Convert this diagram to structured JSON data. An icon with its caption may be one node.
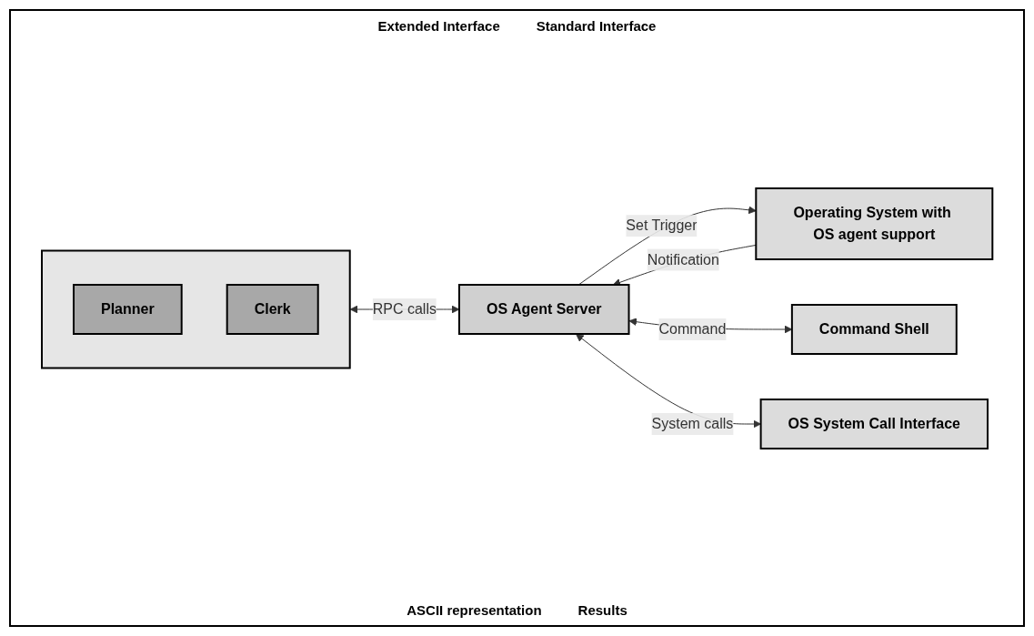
{
  "diagram": {
    "nodes": [
      {
        "text": [],
        "shape": "box"
      },
      {
        "text": [
          "Planner"
        ],
        "in": 0
      },
      {
        "text": [
          "Clerk"
        ],
        "in": 0
      },
      {
        "text": [
          "Operating System with OS agent support"
        ]
      },
      {
        "text": [
          "Command Shell"
        ]
      },
      {
        "text": [
          "OS Agent Server"
        ]
      },
      {
        "text": [
          "OS System Call Interface"
        ]
      }
    ],
    "edges": [
      {
        "from": 0,
        "to": 5,
        "arrow": "both",
        "label": "RPC calls"
      },
      {
        "from": 5,
        "to": 3,
        "arrow": "to",
        "label": "Set Trigger"
      },
      {
        "from": 3,
        "to": 5,
        "arrow": "to",
        "label": "Notification"
      },
      {
        "from": 5,
        "to": 4,
        "arrow": "both",
        "label": "Command"
      },
      {
        "from": 5,
        "to": 6,
        "arrow": "both",
        "label": "System calls"
      }
    ],
    "labels": [
      "Extended Interface",
      "Standard Interface",
      "ASCII representation",
      "Results"
    ]
  }
}
